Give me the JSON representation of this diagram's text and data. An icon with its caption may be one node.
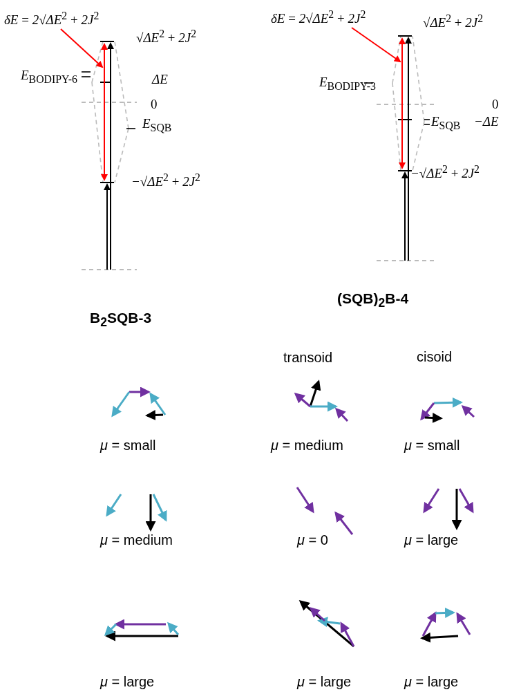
{
  "diagram": {
    "nodes": [
      {
        "text": [
          "*δE* = *2√ΔE*$^{2}$ + *2J*$^{2}$"
        ]
      },
      {
        "text": [
          "*δE* = *2√ΔE*$^{2}$ + *2J*$^{2}$"
        ]
      },
      {
        "text": [],
        "shape": "arrow"
      },
      {
        "text": [],
        "shape": "arrow"
      }
    ],
    "edges": [
      {
        "from": 0,
        "to": 2,
        "arrow": "to",
        "color": "#ff0000"
      },
      {
        "from": 1,
        "to": 3,
        "arrow": "to",
        "color": "#ff0000"
      }
    ],
    "labels": [
      "*√ΔE*$^{2}$ + *2J*$^{2}$",
      "*√ΔE*$^{2}$ + *2J*$^{2}$",
      "*E*$_{BODIPY-6}$",
      "*ΔE*",
      "*E*$_{BODIPY-3}$",
      "0",
      "0",
      "*E*$_{SQB}$",
      "*E*$_{SQB}$",
      "*−ΔE*",
      "*−√ΔE*$^{2}$ + *2J*$^{2}$",
      "*−√ΔE*$^{2}$ + *2J*$^{2}$",
      "(SQB)$_{2}$B-4",
      "B$_{2}$SQB-3",
      "transoid",
      "cisoid",
      "*μ* = small",
      "*μ* = medium",
      "*μ* = small",
      "*μ* = medium",
      "*μ* = 0",
      "*μ* = large",
      "*μ* = large",
      "*μ* = large",
      "*μ* = large"
    ]
  }
}
